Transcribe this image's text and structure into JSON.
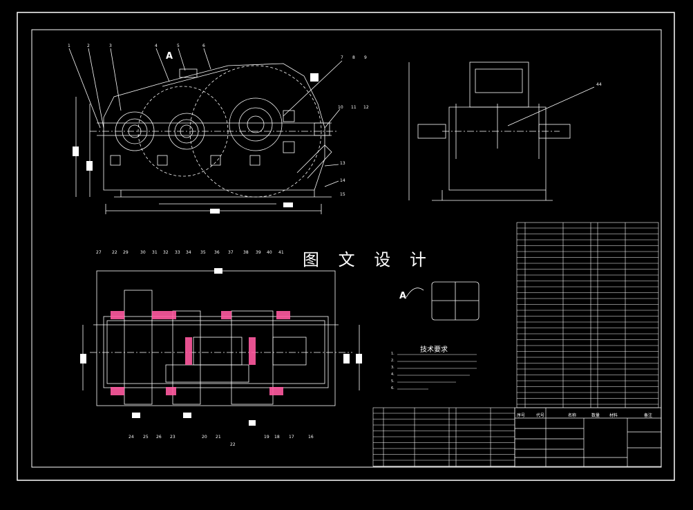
{
  "watermark": "图 文 设 计",
  "technical_requirements_title": "技术要求",
  "view_labels": {
    "front_arrow": "A",
    "detail_view": "A"
  },
  "colors": {
    "background": "#000000",
    "lines": "#ffffff",
    "hatch": "#ff5aa0",
    "border": "#ffffff"
  },
  "callouts_top": [
    "1",
    "2",
    "3",
    "4",
    "5",
    "6",
    "7",
    "8",
    "9",
    "10",
    "11",
    "12",
    "13",
    "14",
    "15"
  ],
  "callout_side": "44",
  "callouts_bottom_top": [
    "27",
    "22",
    "29",
    "30",
    "31",
    "32",
    "33",
    "34",
    "35",
    "36",
    "37",
    "38",
    "39",
    "40",
    "41"
  ],
  "callouts_bottom_bottom": [
    "24",
    "25",
    "26",
    "23",
    "20",
    "21",
    "22",
    "19",
    "18",
    "17",
    "16"
  ],
  "tech_notes": [
    "1.",
    "2.",
    "3.",
    "4.",
    "5.",
    "6."
  ],
  "title_block": {
    "heading_col1": "序号",
    "heading_col2": "代号",
    "heading_col3": "名称",
    "heading_col4": "数量",
    "heading_col5": "材料",
    "heading_col6": "备注"
  }
}
